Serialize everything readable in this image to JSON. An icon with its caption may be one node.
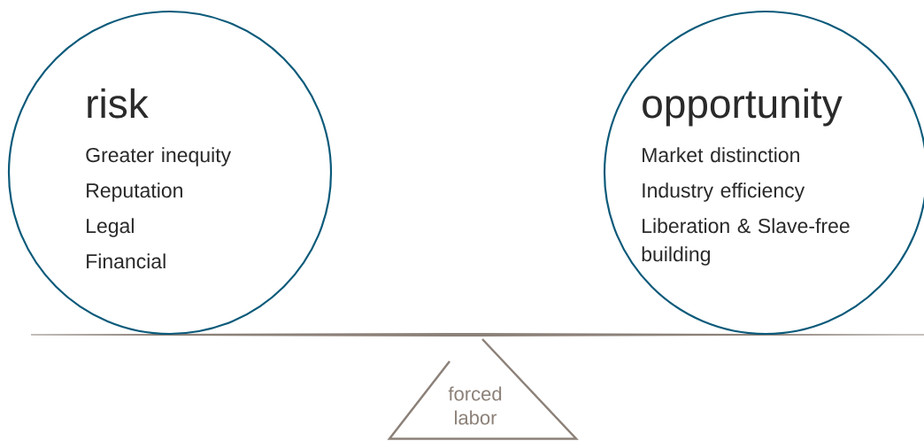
{
  "diagram": {
    "nodes": [
      {
        "text": [
          "risk",
          "Greater inequity",
          "Reputation",
          "Legal",
          "Financial"
        ]
      },
      {
        "text": [
          "opportunity",
          "Market distinction",
          "Industry efficiency",
          "Liberation & Slave-free building"
        ]
      },
      {
        "text": [
          "forced labor"
        ]
      }
    ],
    "edges": []
  }
}
